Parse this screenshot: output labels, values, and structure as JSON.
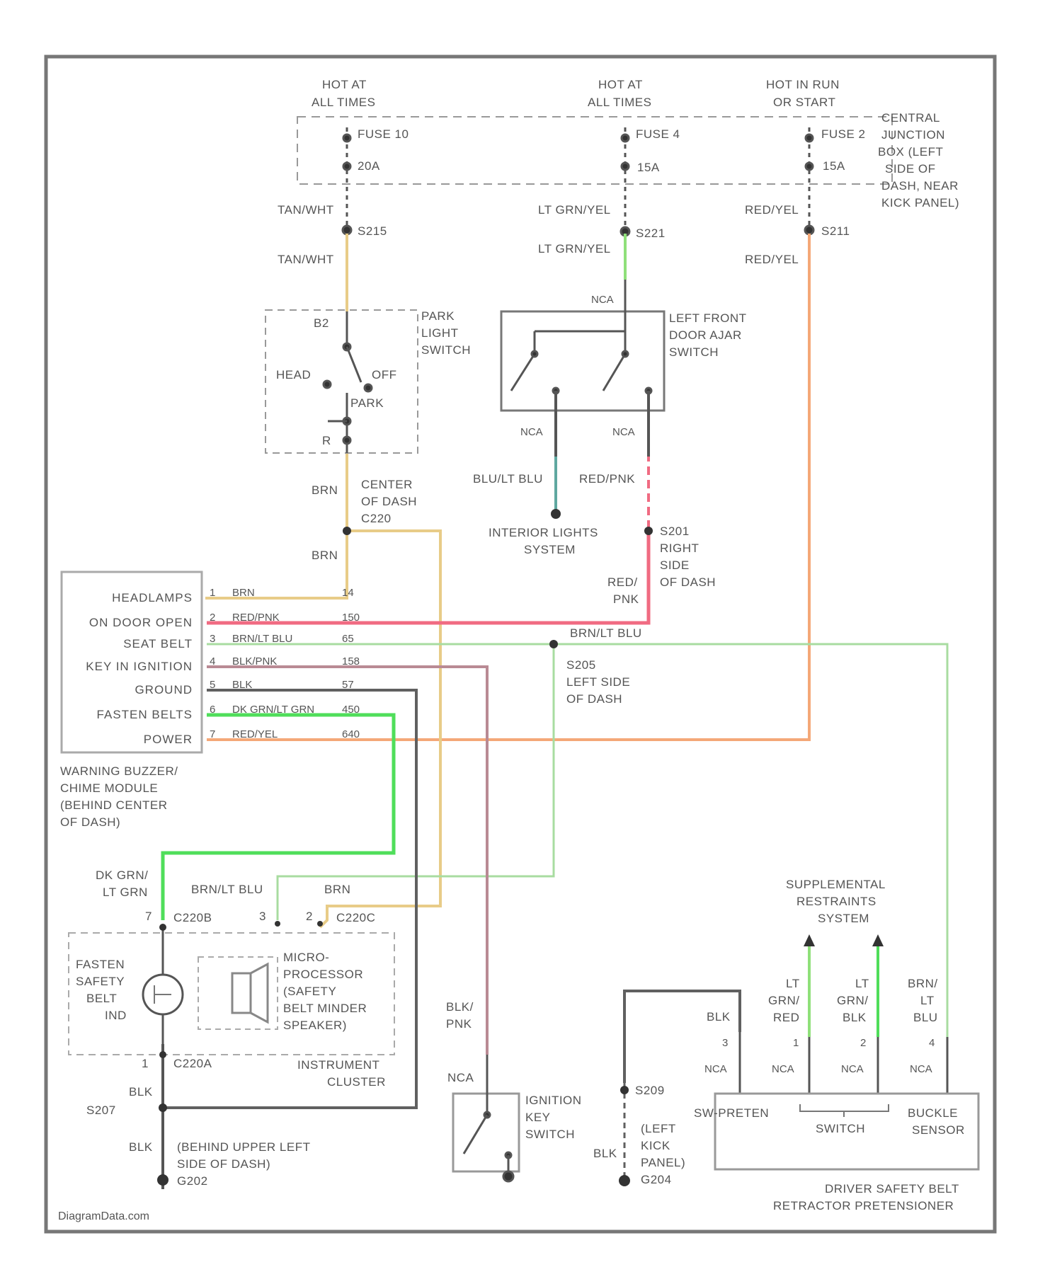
{
  "power_sources": {
    "fuse10": {
      "label1": "HOT AT",
      "label2": "ALL TIMES",
      "fuse": "FUSE 10",
      "amps": "20A"
    },
    "fuse4": {
      "label1": "HOT AT",
      "label2": "ALL TIMES",
      "fuse": "FUSE 4",
      "amps": "15A"
    },
    "fuse2": {
      "label1": "HOT IN RUN",
      "label2": "OR START",
      "fuse": "FUSE 2",
      "amps": "15A"
    }
  },
  "central_junction_box": [
    "CENTRAL",
    "JUNCTION",
    "BOX (LEFT",
    "SIDE OF",
    "DASH, NEAR",
    "KICK PANEL)"
  ],
  "splices": {
    "s215": "S215",
    "s221": "S221",
    "s211": "S211",
    "s201": "S201",
    "s205": "S205",
    "s207": "S207",
    "s209": "S209"
  },
  "wires": {
    "tan_wht_1": "TAN/WHT",
    "tan_wht_2": "TAN/WHT",
    "ltgrn_yel_1": "LT GRN/YEL",
    "ltgrn_yel_2": "LT GRN/YEL",
    "red_yel_1": "RED/YEL",
    "red_yel_2": "RED/YEL",
    "brn_1": "BRN",
    "brn_2": "BRN",
    "blu_lt_blu": "BLU/LT BLU",
    "red_pnk": "RED/PNK",
    "red_pnk_split_1": "RED/",
    "red_pnk_split_2": "PNK",
    "brn_lt_blu_top": "BRN/LT BLU",
    "dkgrn_ltgrn_1": "DK GRN/",
    "dkgrn_ltgrn_2": "LT GRN",
    "brn_lt_blu_cluster": "BRN/LT BLU",
    "brn_cluster": "BRN",
    "blk_pnk_1": "BLK/",
    "blk_pnk_2": "PNK",
    "blk_ground_1": "BLK",
    "blk_ground_2": "BLK",
    "blk_ground_3": "BLK",
    "blk_pretens": "BLK",
    "ltgrn_red_1": "LT",
    "ltgrn_red_2": "GRN/",
    "ltgrn_red_3": "RED",
    "ltgrn_blk_1": "LT",
    "ltgrn_blk_2": "GRN/",
    "ltgrn_blk_3": "BLK",
    "brn_ltblu_1": "BRN/",
    "brn_ltblu_2": "LT",
    "brn_ltblu_3": "BLU"
  },
  "nca": "NCA",
  "park_light_switch": {
    "title": [
      "PARK",
      "LIGHT",
      "SWITCH"
    ],
    "b2": "B2",
    "off": "OFF",
    "head": "HEAD",
    "park": "PARK",
    "r": "R"
  },
  "door_ajar_switch": {
    "title": [
      "LEFT FRONT",
      "DOOR AJAR",
      "SWITCH"
    ]
  },
  "interior_lights": [
    "INTERIOR LIGHTS",
    "SYSTEM"
  ],
  "center_dash_c220": [
    "C220",
    "CENTER",
    "OF DASH"
  ],
  "s201_location": [
    "RIGHT",
    "SIDE",
    "OF DASH"
  ],
  "s205_location": [
    "LEFT SIDE",
    "OF DASH"
  ],
  "module": {
    "name": [
      "WARNING BUZZER/",
      "CHIME MODULE",
      "(BEHIND CENTER",
      "OF DASH)"
    ],
    "pins": [
      {
        "num": "1",
        "label": "HEADLAMPS",
        "color": "BRN",
        "circuit": "14"
      },
      {
        "num": "2",
        "label": "ON DOOR OPEN",
        "color": "RED/PNK",
        "circuit": "150"
      },
      {
        "num": "3",
        "label": "SEAT BELT",
        "color": "BRN/LT BLU",
        "circuit": "65"
      },
      {
        "num": "4",
        "label": "KEY IN IGNITION",
        "color": "BLK/PNK",
        "circuit": "158"
      },
      {
        "num": "5",
        "label": "GROUND",
        "color": "BLK",
        "circuit": "57"
      },
      {
        "num": "6",
        "label": "FASTEN BELTS",
        "color": "DK GRN/LT GRN",
        "circuit": "450"
      },
      {
        "num": "7",
        "label": "POWER",
        "color": "RED/YEL",
        "circuit": "640"
      }
    ]
  },
  "cluster": {
    "connector_left": "C220B",
    "connector_right": "C220C",
    "connector_bottom": "C220A",
    "pin7": "7",
    "pin3": "3",
    "pin2": "2",
    "pin1": "1",
    "indicator": [
      "FASTEN",
      "SAFETY",
      "BELT",
      "IND"
    ],
    "speaker": [
      "MICRO-",
      "PROCESSOR",
      "(SAFETY",
      "BELT MINDER",
      "SPEAKER)"
    ],
    "name": [
      "INSTRUMENT",
      "CLUSTER"
    ]
  },
  "ground_g202": {
    "label1": "(BEHIND UPPER LEFT",
    "label2": "SIDE OF DASH)",
    "id": "G202"
  },
  "ground_g204": {
    "label1": "(LEFT",
    "label2": "KICK",
    "label3": "PANEL)",
    "id": "G204"
  },
  "ignition_switch": [
    "IGNITION",
    "KEY",
    "SWITCH"
  ],
  "srs": [
    "SUPPLEMENTAL",
    "RESTRAINTS",
    "SYSTEM"
  ],
  "retractor": {
    "pins": [
      "3",
      "1",
      "2",
      "4"
    ],
    "left": "SW-PRETEN",
    "mid": "SWITCH",
    "right": [
      "BUCKLE",
      "SENSOR"
    ],
    "name": [
      "DRIVER SAFETY BELT",
      "RETRACTOR PRETENSIONER"
    ]
  },
  "footer": "DiagramData.com",
  "wire_colors": {
    "tan": "#e8cc88",
    "ltgrn": "#8fe07a",
    "orange": "#f4a878",
    "red": "#f06b82",
    "pale_green": "#a8dca0",
    "green": "#4fde5a",
    "purple": "#b98a94",
    "dark": "#606060",
    "teal": "#5fa8a0",
    "frame": "#777777"
  }
}
